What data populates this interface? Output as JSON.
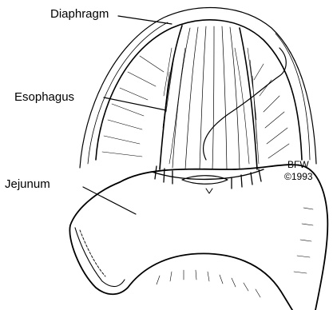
{
  "labels": {
    "diaphragm": "Diaphragm",
    "esophagus": "Esophagus",
    "jejunum": "Jejunum"
  },
  "signature": {
    "initials": "BFW",
    "year": "©1993"
  },
  "colors": {
    "ink": "#000000",
    "paper": "#ffffff"
  }
}
